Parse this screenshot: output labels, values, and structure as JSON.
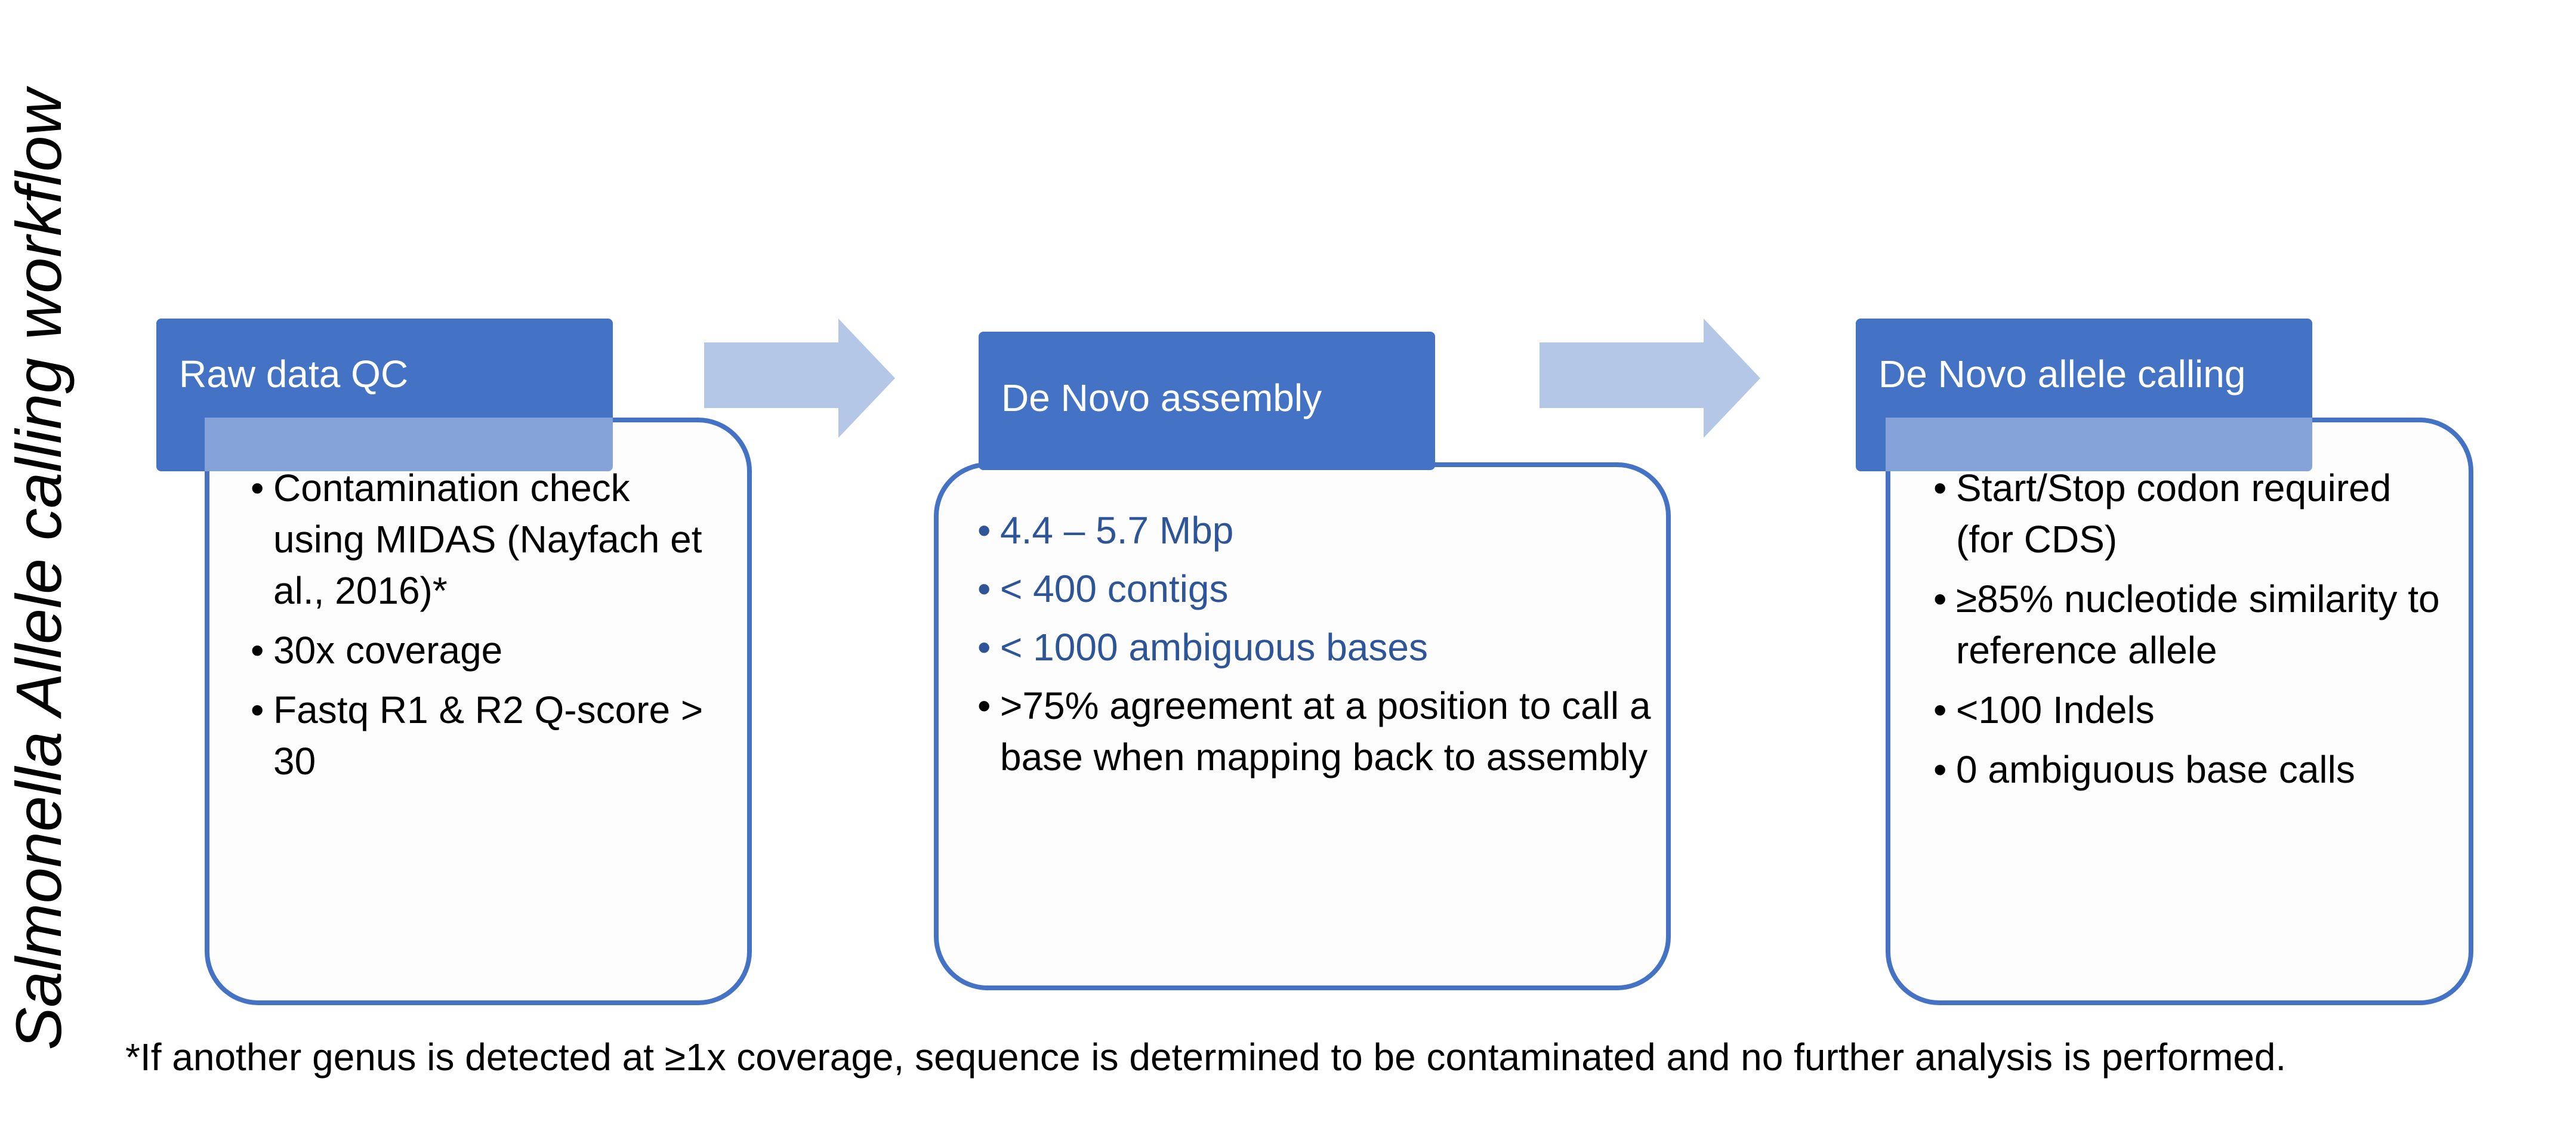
{
  "title": "Salmonella Allele calling workflow",
  "stages": [
    {
      "header": "Raw data QC",
      "items": [
        {
          "text": "Contamination check using MIDAS (Nayfach et al., 2016)*"
        },
        {
          "text": "30x coverage"
        },
        {
          "text": "Fastq R1 & R2 Q-score > 30"
        }
      ]
    },
    {
      "header": "De Novo assembly",
      "items": [
        {
          "text": "4.4 – 5.7 Mbp",
          "highlight": true
        },
        {
          "text": "< 400 contigs",
          "highlight": true
        },
        {
          "text": "< 1000 ambiguous bases",
          "highlight": true
        },
        {
          "text": ">75% agreement at a position to call a base when mapping back to assembly"
        }
      ]
    },
    {
      "header": "De Novo allele calling",
      "items": [
        {
          "text": "Start/Stop codon required (for CDS)"
        },
        {
          "text": "≥85% nucleotide similarity to reference allele"
        },
        {
          "text": "<100 Indels"
        },
        {
          "text": "0 ambiguous base calls"
        }
      ]
    }
  ],
  "footnote": "*If another genus is detected at ≥1x coverage, sequence is determined to be contaminated and no further analysis is performed.",
  "colors": {
    "accent": "#4472c4",
    "arrow": "#b4c7e7",
    "highlight_text": "#2e5597"
  }
}
